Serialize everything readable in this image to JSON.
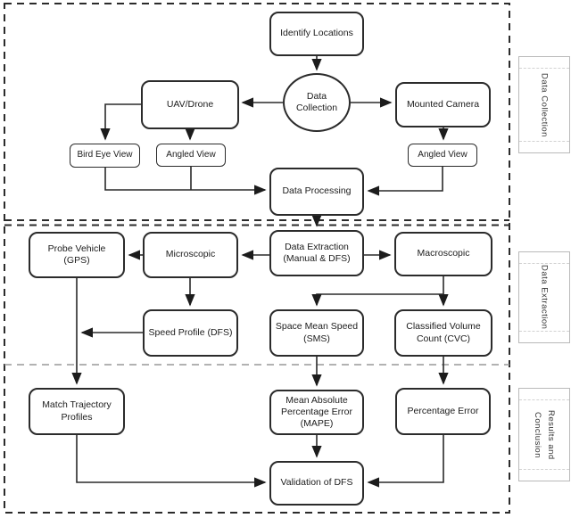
{
  "figure": {
    "type": "flowchart",
    "colors": {
      "line": "#2b2b2b",
      "divider_gray": "#999999",
      "background": "#ffffff"
    },
    "side_labels": [
      "Data Collection",
      "Data Extraction",
      "Results and Conclusion"
    ],
    "nodes": {
      "identify_locations": "Identify Locations",
      "data_collection": "Data Collection",
      "uav_drone": "UAV/Drone",
      "mounted_camera": "Mounted Camera",
      "bird_eye_view": "Bird Eye View",
      "angled_view_left": "Angled View",
      "angled_view_right": "Angled View",
      "data_processing": "Data Processing",
      "probe_vehicle": "Probe Vehicle (GPS)",
      "microscopic": "Microscopic",
      "data_extraction": "Data Extraction (Manual & DFS)",
      "macroscopic": "Macroscopic",
      "speed_profile": "Speed Profile (DFS)",
      "sms": "Space Mean Speed (SMS)",
      "cvc": "Classified Volume Count (CVC)",
      "match_trajectory": "Match Trajectory Profiles",
      "mape": "Mean Absolute Percentage Error (MAPE)",
      "percentage_error": "Percentage Error",
      "validation": "Validation of DFS"
    },
    "edges": [
      {
        "from": "identify_locations",
        "to": "data_collection"
      },
      {
        "from": "data_collection",
        "to": "uav_drone"
      },
      {
        "from": "data_collection",
        "to": "mounted_camera"
      },
      {
        "from": "uav_drone",
        "to": "bird_eye_view"
      },
      {
        "from": "uav_drone",
        "to": "angled_view_left"
      },
      {
        "from": "mounted_camera",
        "to": "angled_view_right"
      },
      {
        "from": "bird_eye_view",
        "to": "data_processing"
      },
      {
        "from": "angled_view_left",
        "to": "data_processing"
      },
      {
        "from": "angled_view_right",
        "to": "data_processing"
      },
      {
        "from": "data_processing",
        "to": "data_extraction"
      },
      {
        "from": "data_extraction",
        "to": "microscopic"
      },
      {
        "from": "microscopic",
        "to": "probe_vehicle"
      },
      {
        "from": "data_extraction",
        "to": "macroscopic"
      },
      {
        "from": "microscopic",
        "to": "speed_profile"
      },
      {
        "from": "speed_profile",
        "to": "match_trajectory"
      },
      {
        "from": "probe_vehicle",
        "to": "match_trajectory"
      },
      {
        "from": "macroscopic",
        "to": "sms"
      },
      {
        "from": "macroscopic",
        "to": "cvc"
      },
      {
        "from": "sms",
        "to": "mape"
      },
      {
        "from": "cvc",
        "to": "percentage_error"
      },
      {
        "from": "mape",
        "to": "validation"
      },
      {
        "from": "match_trajectory",
        "to": "validation"
      },
      {
        "from": "percentage_error",
        "to": "validation"
      }
    ]
  }
}
